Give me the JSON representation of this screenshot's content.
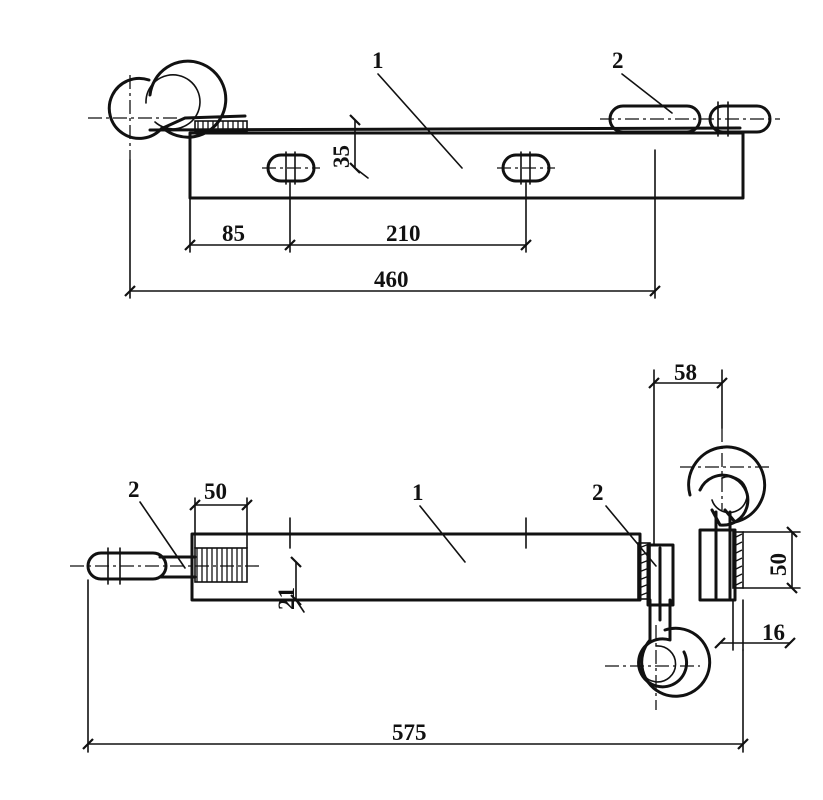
{
  "top_view": {
    "part_label_bar": "1",
    "part_label_hook": "2",
    "dim_offset": "85",
    "dim_spacing": "210",
    "dim_overall": "460",
    "dim_height": "35"
  },
  "bottom_view": {
    "part_label_left": "2",
    "part_label_bar": "1",
    "part_label_right": "2",
    "dim_weld_left": "50",
    "dim_thickness": "21",
    "dim_hook_offset": "58",
    "dim_weld_right": "50",
    "dim_gap": "16",
    "dim_overall": "575"
  }
}
